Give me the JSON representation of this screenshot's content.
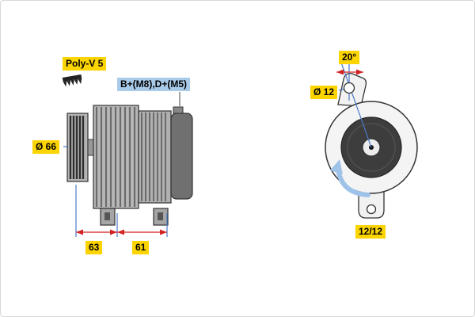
{
  "diagram": {
    "type": "alternator-technical-drawing",
    "left_view": {
      "belt_label": "Poly-V 5",
      "terminal_label": "B+(M8),D+(M5)",
      "pulley_diameter_label": "Ø 66",
      "dimension_front": "63",
      "dimension_rear": "61"
    },
    "front_view": {
      "mount_angle_label": "20°",
      "hole_diameter_label": "Ø 12",
      "clock_position_label": "12/12"
    },
    "colors": {
      "label_yellow": "#fcd400",
      "label_blue": "#a9cbea",
      "dimension_red": "#d32222",
      "guide_blue": "#4a79c9",
      "rotation_arrow_blue": "#9fc3e8",
      "body_gray": "#b8b8b8",
      "rear_cover_gray": "#707070",
      "pulley_dark": "#3d3d3d"
    }
  }
}
